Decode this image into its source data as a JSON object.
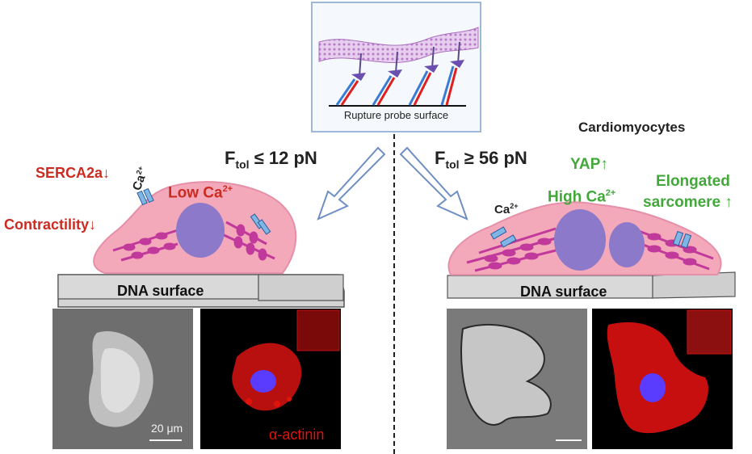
{
  "top_panel": {
    "label": "Rupture probe surface"
  },
  "left": {
    "force": {
      "sym": "F",
      "sub": "tol",
      "rel": "≤ 12 pN"
    },
    "labels": {
      "serca": "SERCA2a↓",
      "contractility": "Contractility↓",
      "ca_ion": "Ca",
      "ca_sup": "2+",
      "low_ca": "Low Ca",
      "low_ca_sup": "2+"
    },
    "surface": "DNA surface",
    "scale_bar": "20 μm",
    "stain": "α-actinin"
  },
  "right": {
    "title": "Cardiomyocytes",
    "force": {
      "sym": "F",
      "sub": "tol",
      "rel": "≥ 56 pN"
    },
    "labels": {
      "yap": "YAP↑",
      "high_ca": "High Ca",
      "high_ca_sup": "2+",
      "ca_ion": "Ca",
      "ca_sup": "2+",
      "elongated_1": "Elongated",
      "elongated_2": "sarcomere ↑"
    },
    "surface": "DNA surface"
  },
  "colors": {
    "cell_fill": "#f4a9bb",
    "nucleus": "#8c79c9",
    "sarcomere": "#c0399b",
    "channel": "#7fb6e6",
    "red_text": "#cc2b22",
    "green_text": "#42a83a",
    "stain_red": "#e0140c",
    "nucleus_stain": "#5a3cff"
  }
}
